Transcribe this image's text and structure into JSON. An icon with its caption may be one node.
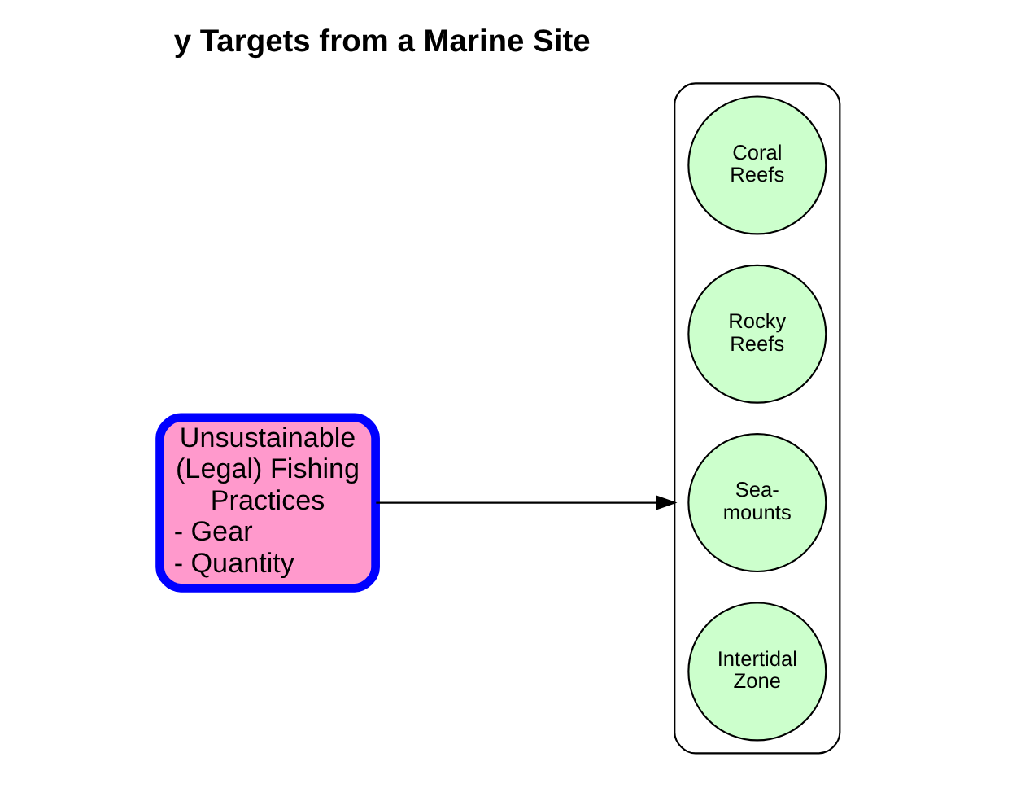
{
  "diagram": {
    "title": "y Targets from a Marine Site",
    "nodes": [
      {
        "text": [
          "Unsustainable (Legal) Fishing Practices",
          "- Gear",
          "- Quantity"
        ]
      },
      {
        "text": [],
        "shape": "box"
      },
      {
        "text": [
          "Coral Reefs"
        ],
        "in": 1
      },
      {
        "text": [
          "Rocky Reefs"
        ],
        "in": 1
      },
      {
        "text": [
          "Sea-mounts"
        ],
        "in": 1
      },
      {
        "text": [
          "Intertidal Zone"
        ],
        "in": 1
      }
    ],
    "edges": [
      {
        "from": 0,
        "to": 1,
        "arrow": "to"
      }
    ]
  }
}
